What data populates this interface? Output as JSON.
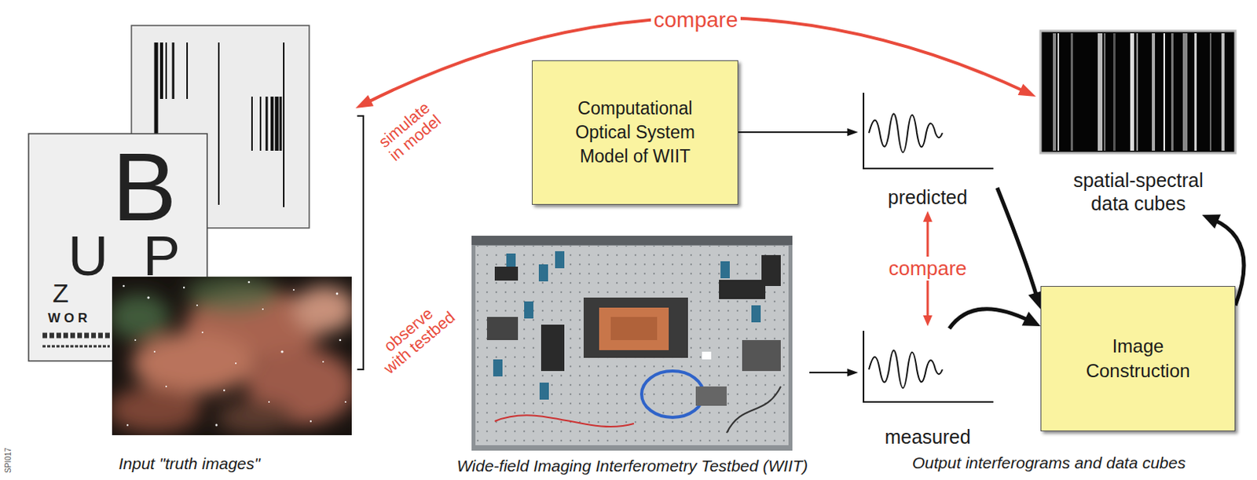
{
  "diagram": {
    "nodes": [
      {
        "text": [
          "Input \"truth images\""
        ]
      },
      {
        "text": [
          "Computational Optical System Model of WIIT"
        ]
      },
      {
        "text": [
          "predicted"
        ]
      },
      {
        "text": [
          "spatial-spectral data cubes"
        ]
      },
      {
        "text": [
          "Wide-field Imaging Interferometry Testbed (WIIT)"
        ]
      },
      {
        "text": [
          "measured"
        ]
      },
      {
        "text": [
          "Image Construction"
        ]
      }
    ],
    "edges": [
      {
        "from": 3,
        "to": 0,
        "arrow": "both",
        "label": "compare"
      },
      {
        "from": 1,
        "to": 2,
        "arrow": "to"
      },
      {
        "from": 4,
        "to": 5,
        "arrow": "to"
      },
      {
        "from": 2,
        "to": 5,
        "arrow": "both",
        "label": "compare"
      },
      {
        "from": 2,
        "to": 6,
        "arrow": "to"
      },
      {
        "from": 5,
        "to": 6,
        "arrow": "to"
      },
      {
        "from": 6,
        "to": 3,
        "arrow": "to"
      }
    ],
    "labels": [
      "simulate in model",
      "observe with testbed",
      "Output interferograms and data cubes",
      "SPI017",
      "B",
      "U",
      "P",
      "Z",
      "W O R"
    ]
  }
}
